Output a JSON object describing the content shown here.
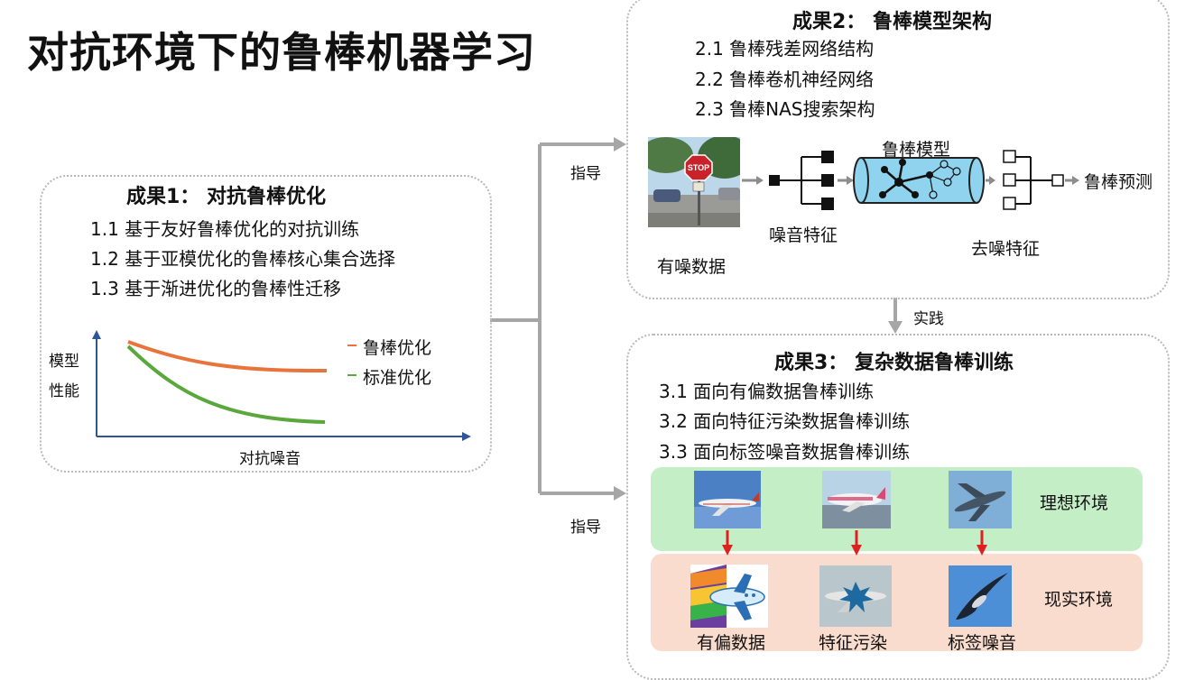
{
  "title": "对抗环境下的鲁棒机器学习",
  "result1": {
    "title": "成果1： 对抗鲁棒优化",
    "items": [
      "1.1 基于友好鲁棒优化的对抗训练",
      "1.2 基于亚模优化的鲁棒核心集合选择",
      "1.3 基于渐进优化的鲁棒性迁移"
    ],
    "chart": {
      "ylabel_line1": "模型",
      "ylabel_line2": "性能",
      "xlabel": "对抗噪音",
      "legend_robust": "鲁棒优化",
      "legend_standard": "标准优化",
      "color_robust": "#e8743b",
      "color_standard": "#5aa83b"
    }
  },
  "result2": {
    "title": "成果2： 鲁棒模型架构",
    "items": [
      "2.1 鲁棒残差网络结构",
      "2.2 鲁棒卷机神经网络",
      "2.3 鲁棒NAS搜索架构"
    ],
    "model_label": "鲁棒模型",
    "noise_feature": "噪音特征",
    "noisy_data": "有噪数据",
    "denoise_feature": "去噪特征",
    "robust_predict": "鲁棒预测",
    "stop_sign": "STOP"
  },
  "result3": {
    "title": "成果3： 复杂数据鲁棒训练",
    "items": [
      "3.1 面向有偏数据鲁棒训练",
      "3.2 面向特征污染数据鲁棒训练",
      "3.3 面向标签噪音数据鲁棒训练"
    ],
    "ideal_env": "理想环境",
    "real_env": "现实环境",
    "labels": [
      "有偏数据",
      "特征污染",
      "标签噪音"
    ],
    "ideal_color": "#c4efc6",
    "real_color": "#f9dccd"
  },
  "arrows": {
    "guide_top": "指导",
    "guide_bottom": "指导",
    "practice": "实践"
  }
}
